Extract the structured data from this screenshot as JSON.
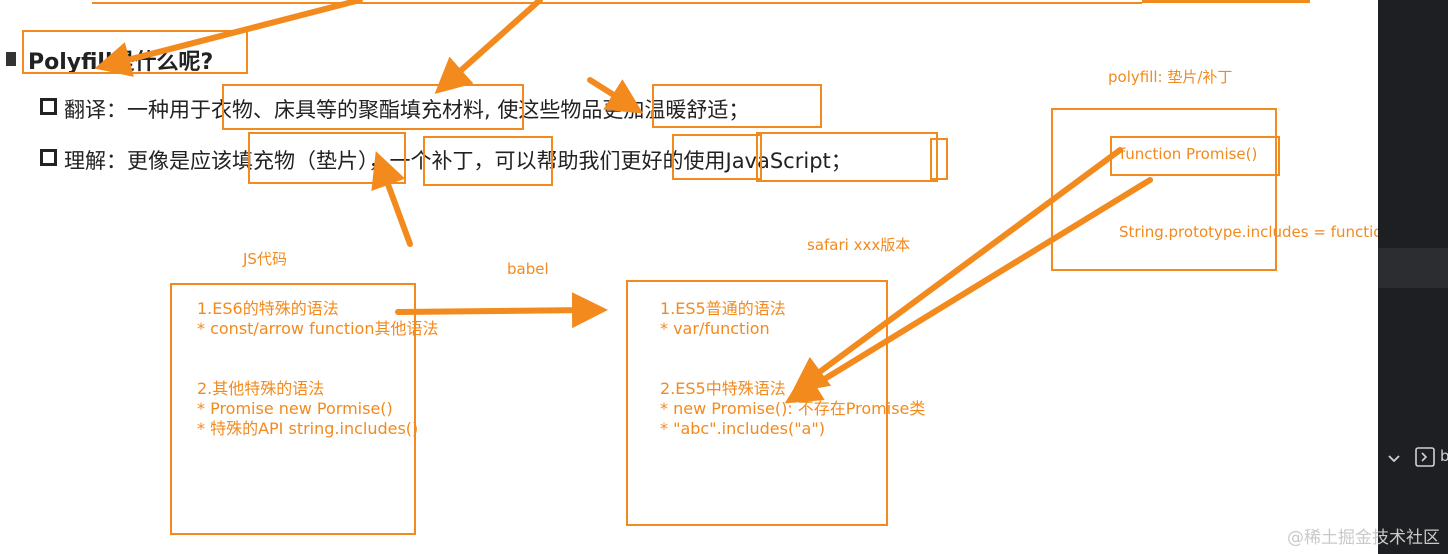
{
  "slide": {
    "heading": "Polyfill是什么呢?",
    "lines": [
      {
        "text": "翻译：一种用于衣物、床具等的聚酯填充材料, 使这些物品更加温暖舒适；"
      },
      {
        "text": "理解：更像是应该填充物（垫片），一个补丁，可以帮助我们更好的使用JavaScript；"
      }
    ]
  },
  "annotations": {
    "polyfill_label": "polyfill: 垫片/补丁",
    "js_label": "JS代码",
    "babel_label": "babel",
    "safari_label": "safari xxx版本",
    "function_promise": "function Promise()",
    "string_includes": "String.prototype.includes = function() {}"
  },
  "js_box": {
    "lines": [
      "1.ES6的特殊的语法",
      "* const/arrow function其他语法",
      "",
      "",
      "2.其他特殊的语法",
      "* Promise new Pormise()",
      "* 特殊的API string.includes()"
    ]
  },
  "es5_box": {
    "lines": [
      "1.ES5普通的语法",
      "* var/function",
      "",
      "",
      "2.ES5中特殊语法",
      "* new Promise(): 不存在Promise类",
      "* \"abc\".includes(\"a\")"
    ]
  },
  "sidebar": {
    "icons": [
      "chevron-down-icon",
      "terminal-icon"
    ],
    "truncated_label": "b"
  },
  "watermark": "@稀土掘金技术社区",
  "colors": {
    "accent": "#f28a1e",
    "text": "#222222",
    "sidebar": "#1e1f22"
  }
}
